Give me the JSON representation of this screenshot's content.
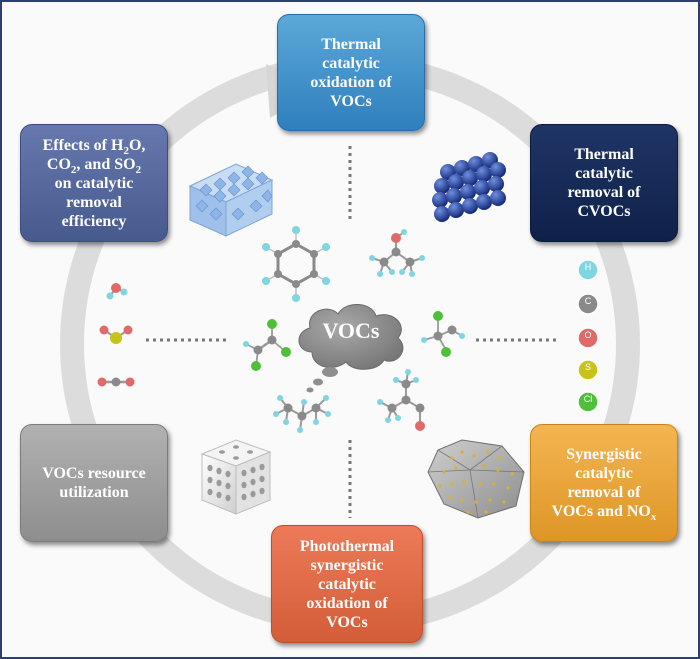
{
  "boxes": {
    "thermal_vocs": [
      "Thermal",
      "catalytic",
      "oxidation of",
      "VOCs"
    ],
    "thermal_cvocs": [
      "Thermal",
      "catalytic",
      "removal of",
      "CVOCs"
    ],
    "effects": {
      "line1": "Effects of H",
      "sub1": "2",
      "line1b": "O,",
      "line2": "CO",
      "sub2": "2",
      "line2b": ", and SO",
      "sub3": "2",
      "lines_rest": [
        "on catalytic",
        "removal",
        "efficiency"
      ]
    },
    "resource": [
      "VOCs resource",
      "utilization"
    ],
    "synergistic_nox": {
      "lines": [
        "Synergistic",
        "catalytic",
        "removal of"
      ],
      "last_prefix": "VOCs and NO",
      "last_sub": "x"
    },
    "photothermal": [
      "Photothermal",
      "synergistic",
      "catalytic",
      "oxidation of",
      "VOCs"
    ]
  },
  "center": {
    "label": "VOCs"
  },
  "legend_atoms": [
    {
      "symbol": "H",
      "color": "#7fd6e0"
    },
    {
      "symbol": "C",
      "color": "#8a8a8a"
    },
    {
      "symbol": "O",
      "color": "#e06a6a"
    },
    {
      "symbol": "S",
      "color": "#c9c318"
    },
    {
      "symbol": "Cl",
      "color": "#4fbf3a"
    }
  ]
}
